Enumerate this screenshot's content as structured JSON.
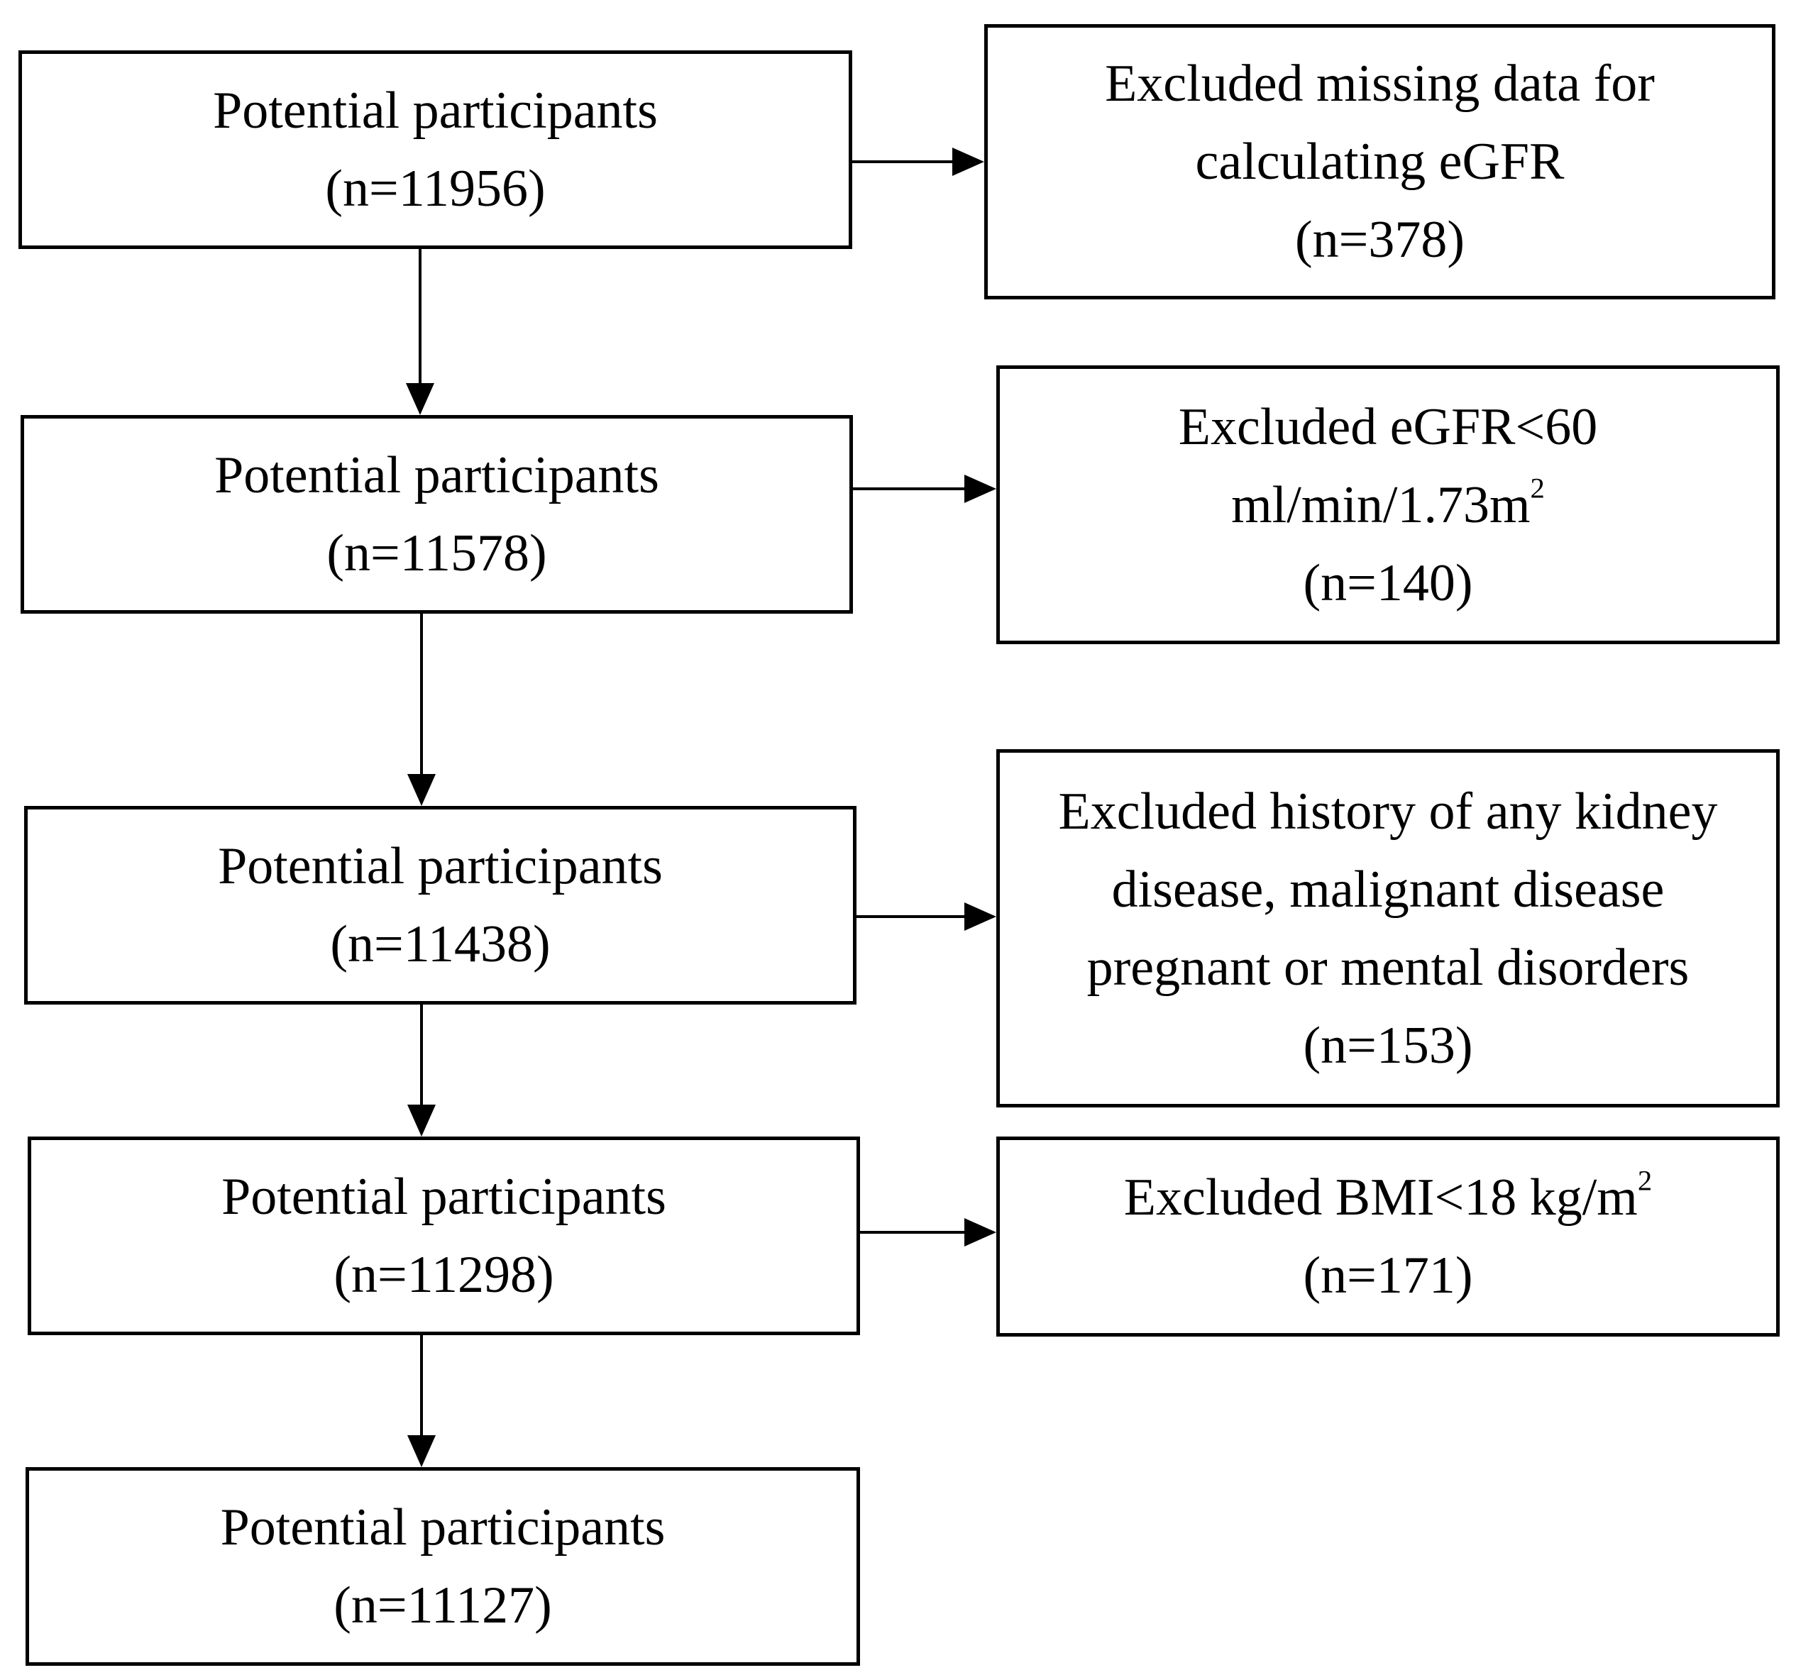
{
  "main_boxes": [
    {
      "label": "Potential participants",
      "count": "(n=11956)"
    },
    {
      "label": "Potential participants",
      "count": "(n=11578)"
    },
    {
      "label": "Potential participants",
      "count": "(n=11438)"
    },
    {
      "label": "Potential participants",
      "count": "(n=11298)"
    },
    {
      "label": "Potential participants",
      "count": "(n=11127)"
    }
  ],
  "exclusions": [
    {
      "line1": "Excluded missing data for",
      "line2": "calculating eGFR",
      "count": "(n=378)"
    },
    {
      "line1": "Excluded eGFR<60",
      "line2": "ml/min/1.73m",
      "line2_sup": "2",
      "count": "(n=140)"
    },
    {
      "line1": "Excluded history of any kidney",
      "line2": "disease, malignant disease",
      "line3": "pregnant or mental disorders",
      "count": "(n=153)"
    },
    {
      "line1": "Excluded BMI<18 kg/m",
      "line1_sup": "2",
      "count": "(n=171)"
    }
  ]
}
